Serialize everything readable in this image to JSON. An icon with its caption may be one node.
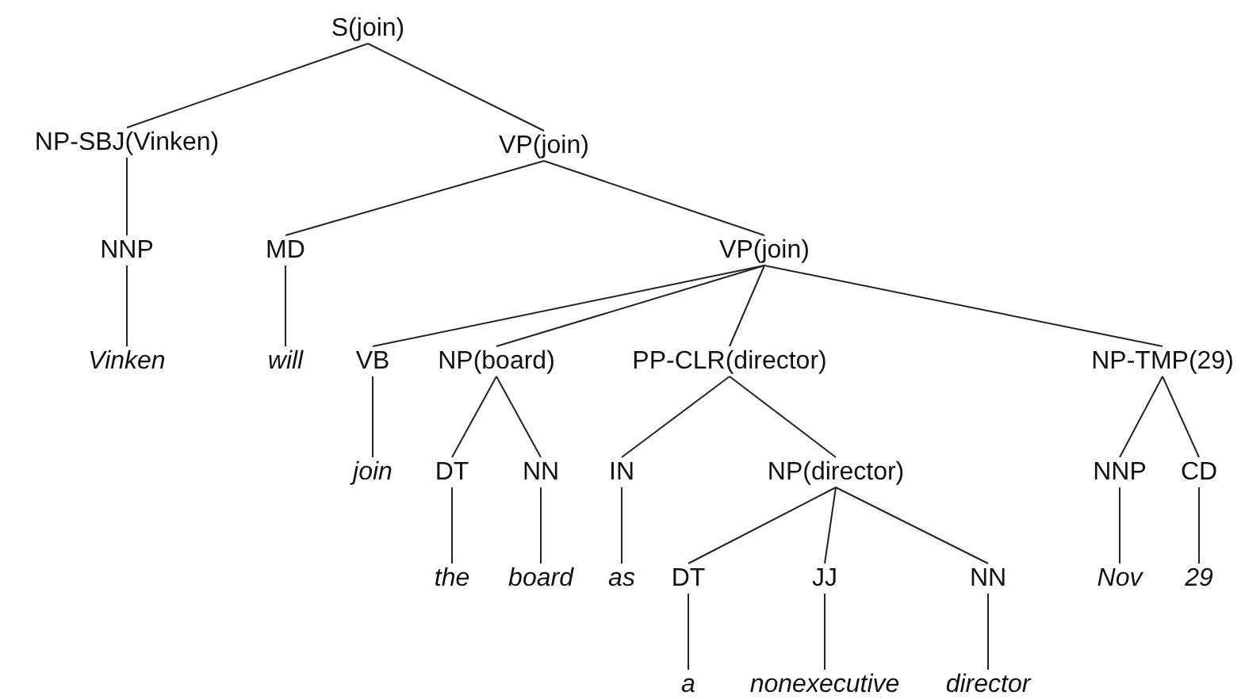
{
  "diagram": {
    "nodes": [
      {
        "text": [
          "S(join)"
        ]
      },
      {
        "text": [
          "NP-SBJ(Vinken)"
        ]
      },
      {
        "text": [
          "VP(join)"
        ]
      },
      {
        "text": [
          "NNP"
        ]
      },
      {
        "text": [
          "MD"
        ]
      },
      {
        "text": [
          "VP(join)"
        ]
      },
      {
        "text": [
          "Vinken"
        ]
      },
      {
        "text": [
          "will"
        ]
      },
      {
        "text": [
          "VB"
        ]
      },
      {
        "text": [
          "NP(board)"
        ]
      },
      {
        "text": [
          "PP-CLR(director)"
        ]
      },
      {
        "text": [
          "NP-TMP(29)"
        ]
      },
      {
        "text": [
          "join"
        ]
      },
      {
        "text": [
          "DT"
        ]
      },
      {
        "text": [
          "NN"
        ]
      },
      {
        "text": [
          "IN"
        ]
      },
      {
        "text": [
          "NP(director)"
        ]
      },
      {
        "text": [
          "NNP"
        ]
      },
      {
        "text": [
          "CD"
        ]
      },
      {
        "text": [
          "the"
        ]
      },
      {
        "text": [
          "board"
        ]
      },
      {
        "text": [
          "as"
        ]
      },
      {
        "text": [
          "DT"
        ]
      },
      {
        "text": [
          "JJ"
        ]
      },
      {
        "text": [
          "NN"
        ]
      },
      {
        "text": [
          "Nov"
        ]
      },
      {
        "text": [
          "29"
        ]
      },
      {
        "text": [
          "a"
        ]
      },
      {
        "text": [
          "nonexecutive"
        ]
      },
      {
        "text": [
          "director"
        ]
      }
    ],
    "edges": [
      {
        "from": 0,
        "to": 1,
        "arrow": "none"
      },
      {
        "from": 0,
        "to": 2,
        "arrow": "none"
      },
      {
        "from": 1,
        "to": 3,
        "arrow": "none"
      },
      {
        "from": 2,
        "to": 4,
        "arrow": "none"
      },
      {
        "from": 2,
        "to": 5,
        "arrow": "none"
      },
      {
        "from": 3,
        "to": 6,
        "arrow": "none"
      },
      {
        "from": 4,
        "to": 7,
        "arrow": "none"
      },
      {
        "from": 5,
        "to": 8,
        "arrow": "none"
      },
      {
        "from": 5,
        "to": 9,
        "arrow": "none"
      },
      {
        "from": 5,
        "to": 10,
        "arrow": "none"
      },
      {
        "from": 5,
        "to": 11,
        "arrow": "none"
      },
      {
        "from": 8,
        "to": 12,
        "arrow": "none"
      },
      {
        "from": 9,
        "to": 13,
        "arrow": "none"
      },
      {
        "from": 9,
        "to": 14,
        "arrow": "none"
      },
      {
        "from": 10,
        "to": 15,
        "arrow": "none"
      },
      {
        "from": 10,
        "to": 16,
        "arrow": "none"
      },
      {
        "from": 11,
        "to": 17,
        "arrow": "none"
      },
      {
        "from": 11,
        "to": 18,
        "arrow": "none"
      },
      {
        "from": 13,
        "to": 19,
        "arrow": "none"
      },
      {
        "from": 14,
        "to": 20,
        "arrow": "none"
      },
      {
        "from": 15,
        "to": 21,
        "arrow": "none"
      },
      {
        "from": 16,
        "to": 22,
        "arrow": "none"
      },
      {
        "from": 16,
        "to": 23,
        "arrow": "none"
      },
      {
        "from": 16,
        "to": 24,
        "arrow": "none"
      },
      {
        "from": 17,
        "to": 25,
        "arrow": "none"
      },
      {
        "from": 18,
        "to": 26,
        "arrow": "none"
      },
      {
        "from": 22,
        "to": 27,
        "arrow": "none"
      },
      {
        "from": 23,
        "to": 28,
        "arrow": "none"
      },
      {
        "from": 24,
        "to": 29,
        "arrow": "none"
      }
    ]
  }
}
